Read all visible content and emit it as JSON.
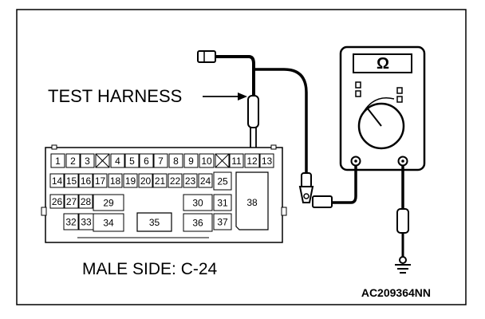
{
  "diagram": {
    "harness_label": "TEST HARNESS",
    "connector_caption": "MALE SIDE: C-24",
    "figure_id": "AC209364NN",
    "meter_symbol": "Ω",
    "meter_icon": "ohmmeter-icon",
    "probe_pin": "12",
    "ground_icon": "ground-symbol-icon"
  },
  "connector": {
    "pins": [
      "1",
      "2",
      "3",
      "4",
      "5",
      "6",
      "7",
      "8",
      "9",
      "10",
      "11",
      "12",
      "13",
      "14",
      "15",
      "16",
      "17",
      "18",
      "19",
      "20",
      "21",
      "22",
      "23",
      "24",
      "25",
      "26",
      "27",
      "28",
      "29",
      "30",
      "31",
      "32",
      "33",
      "34",
      "35",
      "36",
      "37",
      "38"
    ]
  }
}
